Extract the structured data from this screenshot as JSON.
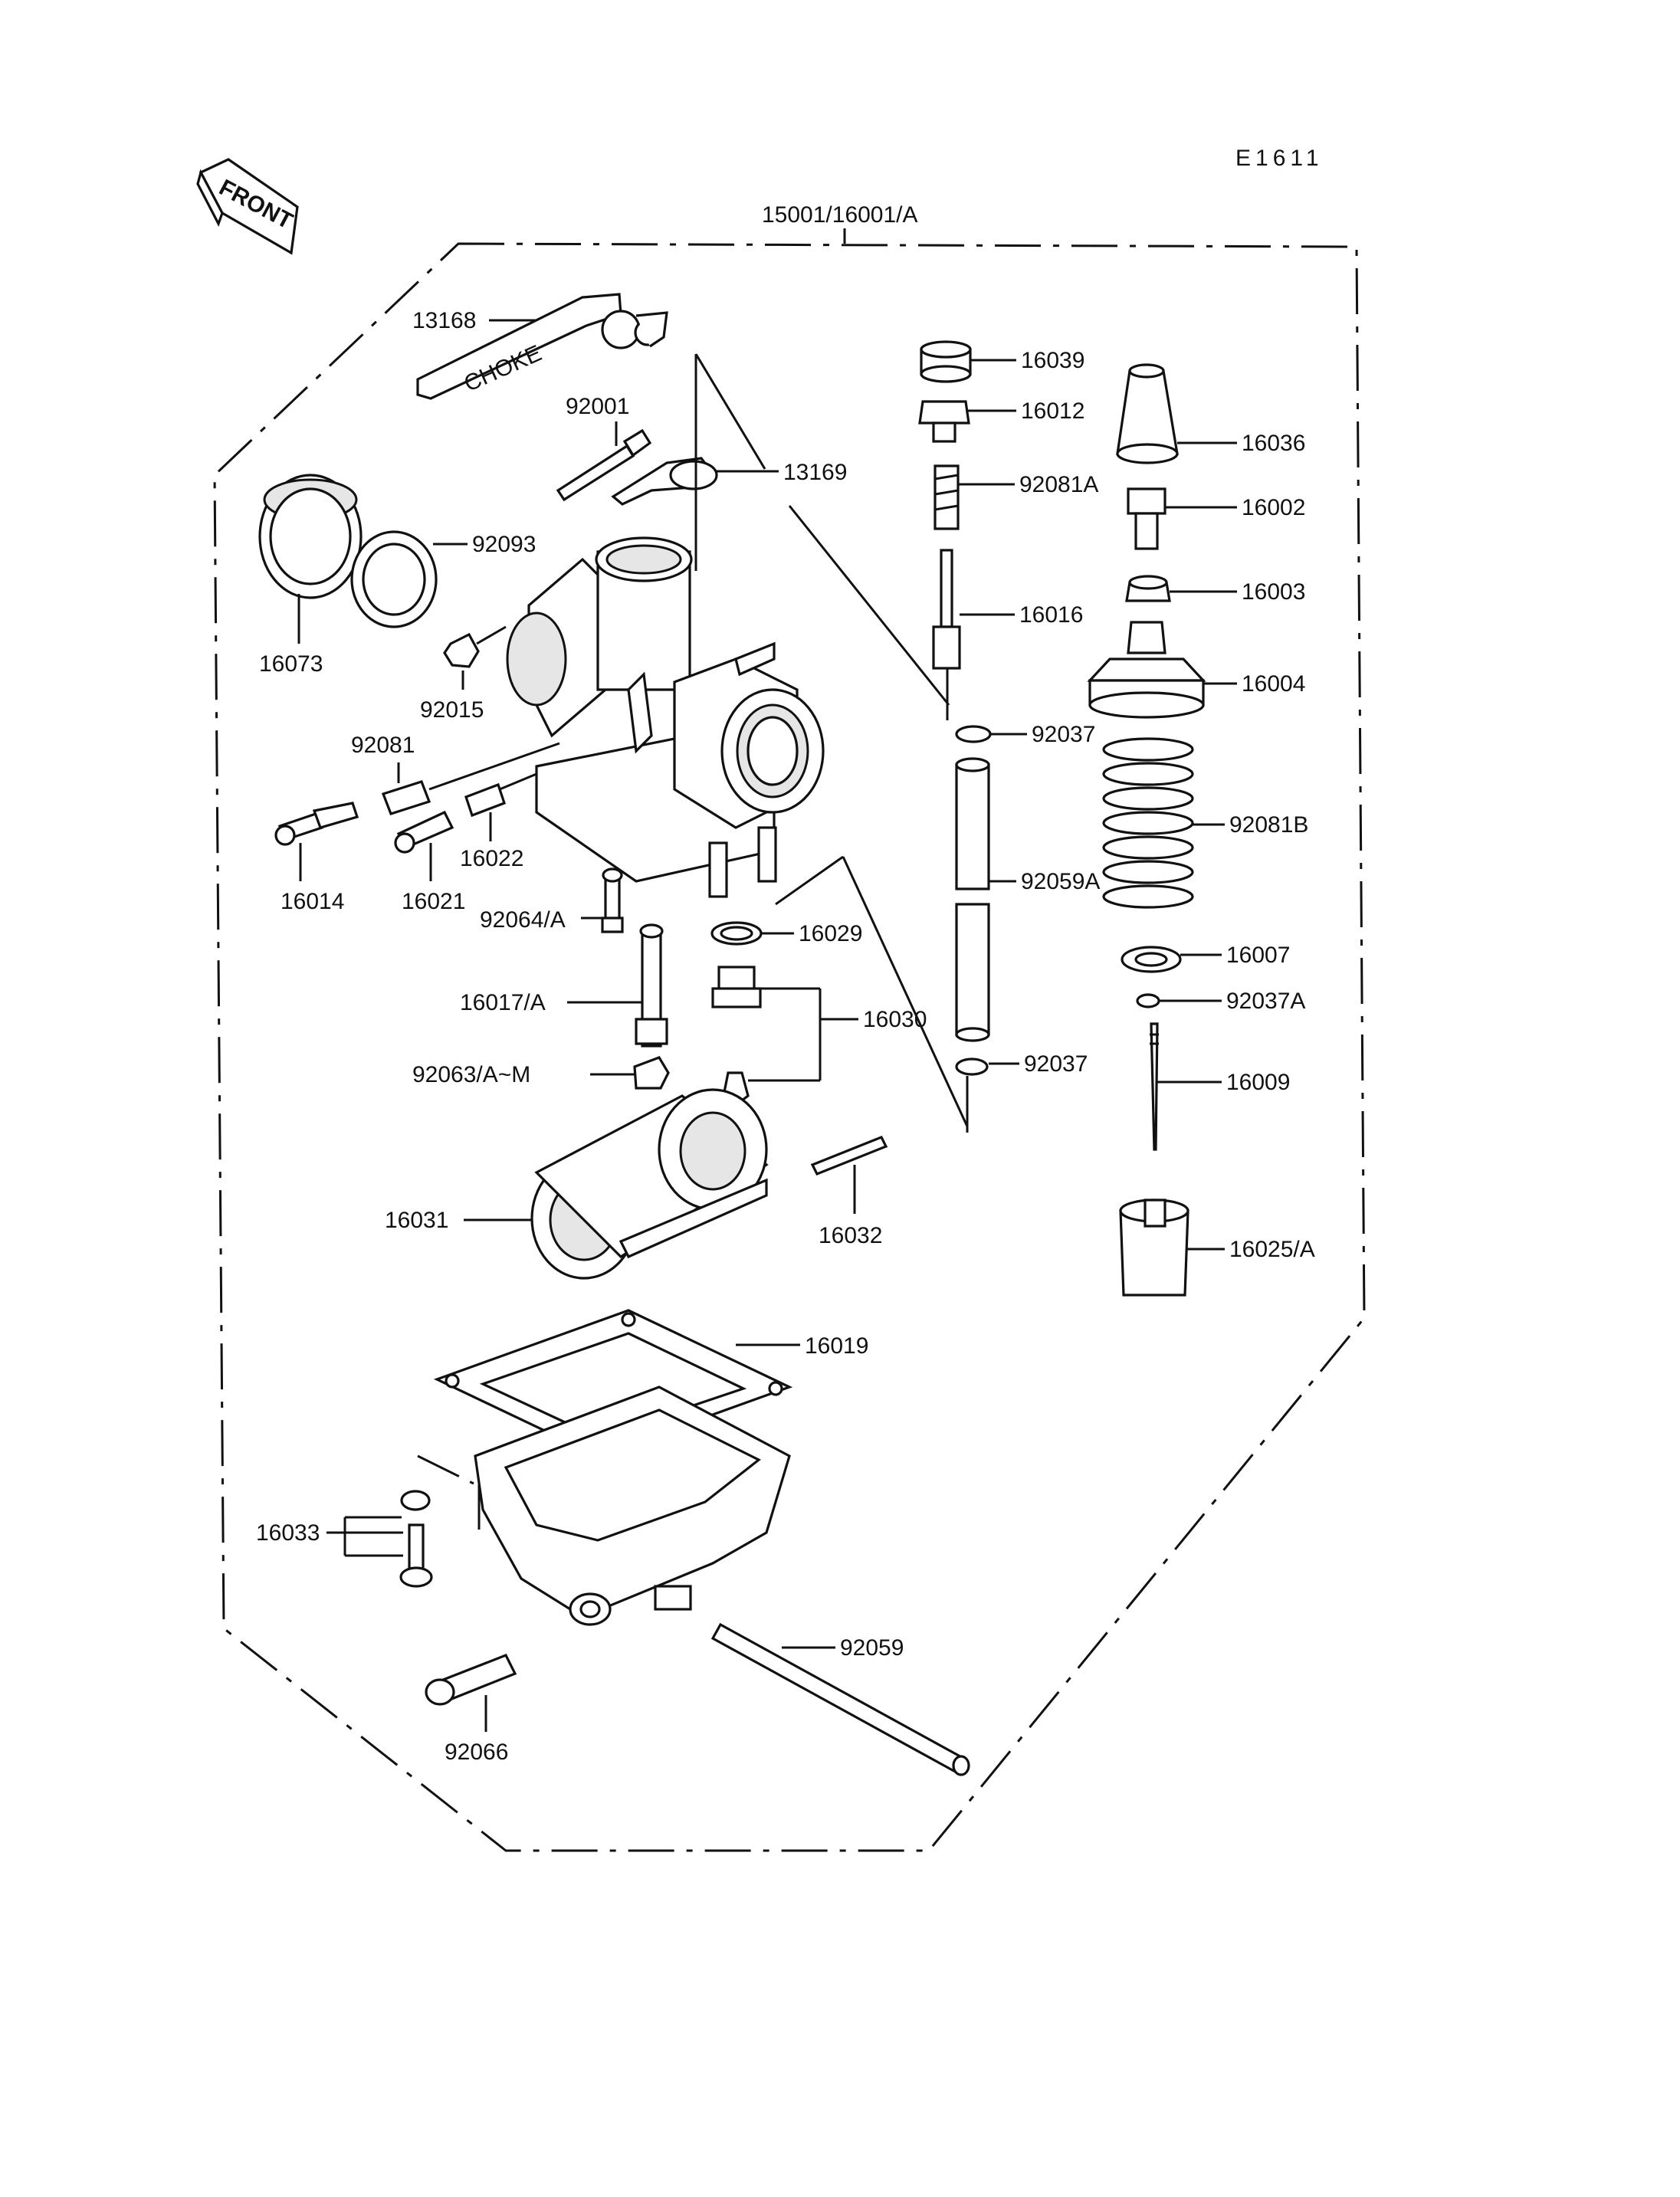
{
  "diagram": {
    "code": "E1611",
    "assembly": "15001/16001/A",
    "front_label": "FRONT",
    "choke_text": "CHOKE",
    "parts": [
      {
        "id": "13168",
        "label": "13168"
      },
      {
        "id": "92001",
        "label": "92001"
      },
      {
        "id": "13169",
        "label": "13169"
      },
      {
        "id": "92093",
        "label": "92093"
      },
      {
        "id": "16073",
        "label": "16073"
      },
      {
        "id": "92015",
        "label": "92015"
      },
      {
        "id": "92081",
        "label": "92081"
      },
      {
        "id": "16014",
        "label": "16014"
      },
      {
        "id": "16021",
        "label": "16021"
      },
      {
        "id": "16022",
        "label": "16022"
      },
      {
        "id": "92064A",
        "label": "92064/A"
      },
      {
        "id": "16029",
        "label": "16029"
      },
      {
        "id": "16017A",
        "label": "16017/A"
      },
      {
        "id": "16030",
        "label": "16030"
      },
      {
        "id": "92063AM",
        "label": "92063/A~M"
      },
      {
        "id": "16031",
        "label": "16031"
      },
      {
        "id": "16032",
        "label": "16032"
      },
      {
        "id": "16019",
        "label": "16019"
      },
      {
        "id": "16033",
        "label": "16033"
      },
      {
        "id": "92066",
        "label": "92066"
      },
      {
        "id": "92059",
        "label": "92059"
      },
      {
        "id": "16039",
        "label": "16039"
      },
      {
        "id": "16012",
        "label": "16012"
      },
      {
        "id": "92081A",
        "label": "92081A"
      },
      {
        "id": "16016",
        "label": "16016"
      },
      {
        "id": "92037top",
        "label": "92037"
      },
      {
        "id": "92059A",
        "label": "92059A"
      },
      {
        "id": "92037bottom",
        "label": "92037"
      },
      {
        "id": "16036",
        "label": "16036"
      },
      {
        "id": "16002",
        "label": "16002"
      },
      {
        "id": "16003",
        "label": "16003"
      },
      {
        "id": "16004",
        "label": "16004"
      },
      {
        "id": "92081B",
        "label": "92081B"
      },
      {
        "id": "16007",
        "label": "16007"
      },
      {
        "id": "92037A",
        "label": "92037A"
      },
      {
        "id": "16009",
        "label": "16009"
      },
      {
        "id": "16025A",
        "label": "16025/A"
      }
    ]
  }
}
